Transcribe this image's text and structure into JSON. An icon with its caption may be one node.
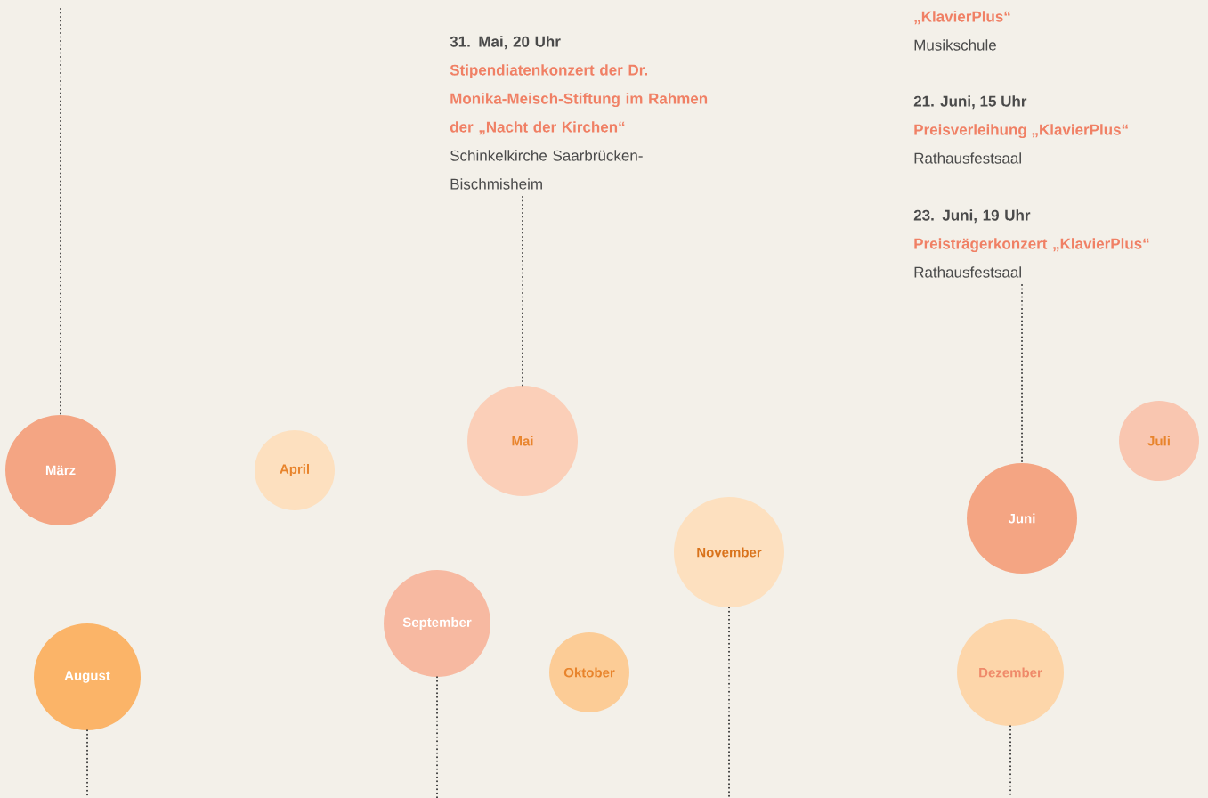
{
  "diagram": {
    "nodes": [
      {
        "text": [
          "31. Mai, 20 Uhr",
          "Stipendiatenkonzert der Dr. Monika-Meisch-Stiftung im Rahmen der „Nacht der Kirchen“",
          "Schinkelkirche Saarbrücken-Bischmisheim"
        ]
      },
      {
        "text": [
          "23. Juni, 19 Uhr",
          "Preisträgerkonzert „KlavierPlus“",
          "Rathausfestsaal"
        ]
      },
      {
        "text": [
          "März"
        ]
      },
      {
        "text": [
          "April"
        ]
      },
      {
        "text": [
          "Mai"
        ]
      },
      {
        "text": [
          "Juni"
        ]
      },
      {
        "text": [
          "Juli"
        ]
      },
      {
        "text": [
          "August"
        ]
      },
      {
        "text": [
          "September"
        ]
      },
      {
        "text": [
          "Oktober"
        ]
      },
      {
        "text": [
          "November"
        ]
      },
      {
        "text": [
          "Dezember"
        ]
      }
    ],
    "edges": [
      {
        "from": null,
        "to": 2,
        "arrow": "none"
      },
      {
        "from": 0,
        "to": 4,
        "arrow": "none"
      },
      {
        "from": 1,
        "to": 5,
        "arrow": "none"
      },
      {
        "from": 7,
        "to": null,
        "arrow": "none"
      },
      {
        "from": 8,
        "to": null,
        "arrow": "none"
      },
      {
        "from": 10,
        "to": null,
        "arrow": "none"
      },
      {
        "from": 11,
        "to": null,
        "arrow": "none"
      }
    ],
    "labels": [
      "„KlavierPlus“",
      "Musikschule",
      "21. Juni, 15 Uhr",
      "Preisverleihung „KlavierPlus“",
      "Rathausfestsaal"
    ]
  }
}
